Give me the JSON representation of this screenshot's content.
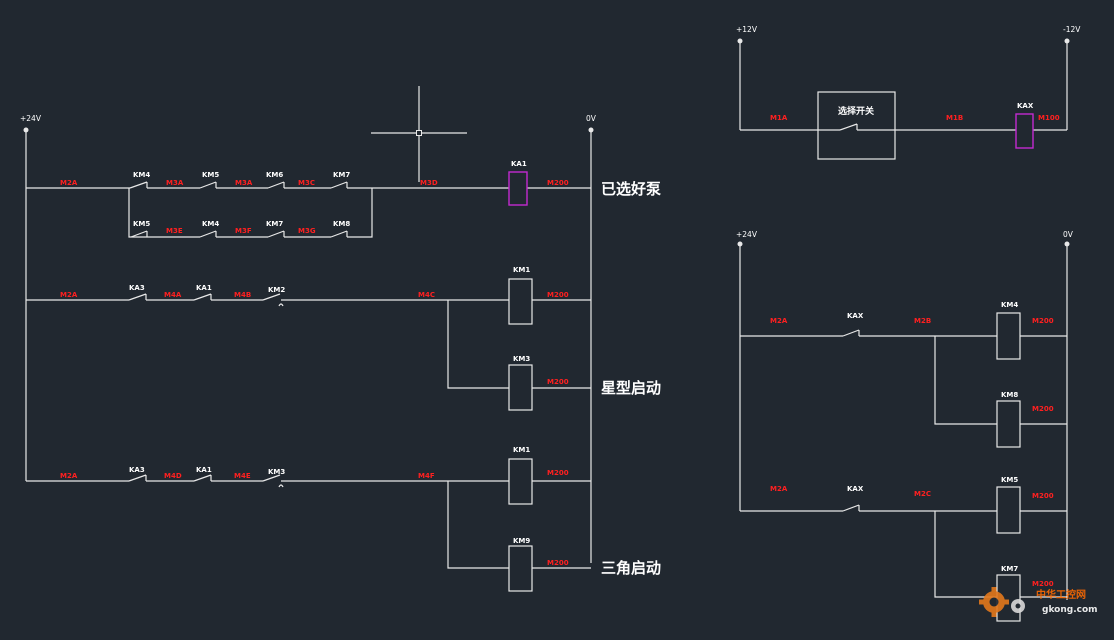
{
  "left_diagram": {
    "supply_plus": "+24V",
    "supply_zero": "0V",
    "rung1": {
      "wire_start": "M2A",
      "contacts": [
        "KM4",
        "KM5",
        "KM6",
        "KM7"
      ],
      "wires": [
        "M3A",
        "M3A",
        "M3C"
      ],
      "wire_out": "M3D",
      "coil": "KA1",
      "coil_out": "M200",
      "branch_contacts": [
        "KM5",
        "KM4",
        "KM7",
        "KM8"
      ],
      "branch_wires": [
        "M3E",
        "M3F",
        "M3G"
      ],
      "annotation": "已选好泵"
    },
    "rung2": {
      "wire_start": "M2A",
      "contacts": [
        "KA3",
        "KA1",
        "KM2"
      ],
      "wires": [
        "M4A",
        "M4B"
      ],
      "wire_out": "M4C",
      "coils": [
        "KM1",
        "KM3"
      ],
      "coil_outs": [
        "M200",
        "M200"
      ],
      "annotation": "星型启动"
    },
    "rung3": {
      "wire_start": "M2A",
      "contacts": [
        "KA3",
        "KA1",
        "KM3"
      ],
      "wires": [
        "M4D",
        "M4E"
      ],
      "wire_out": "M4F",
      "coils": [
        "KM1",
        "KM9"
      ],
      "coil_outs": [
        "M200",
        "M200"
      ],
      "annotation": "三角启动"
    }
  },
  "top_right_diagram": {
    "supply_plus": "+12V",
    "supply_minus": "-12V",
    "wire_left": "M1A",
    "switch_label": "选择开关",
    "wire_mid": "M1B",
    "coil": "KAX",
    "coil_out": "M100"
  },
  "bottom_right_diagram": {
    "supply_plus": "+24V",
    "supply_zero": "0V",
    "rung1": {
      "wire_start": "M2A",
      "contact": "KAX",
      "wire_out": "M2B",
      "coils": [
        "KM4",
        "KM8"
      ],
      "coil_outs": [
        "M200",
        "M200"
      ]
    },
    "rung2": {
      "wire_start": "M2A",
      "contact": "KAX",
      "wire_out": "M2C",
      "coils": [
        "KM5",
        "KM7"
      ],
      "coil_outs": [
        "M200",
        "M200"
      ]
    }
  },
  "watermark": {
    "site_name": "中华工控网",
    "url": "gkong.com"
  },
  "colors": {
    "background": "#212830",
    "wire": "#e8e8e8",
    "wire_number": "#ff2020",
    "relay_coil": "#c22ad0"
  }
}
